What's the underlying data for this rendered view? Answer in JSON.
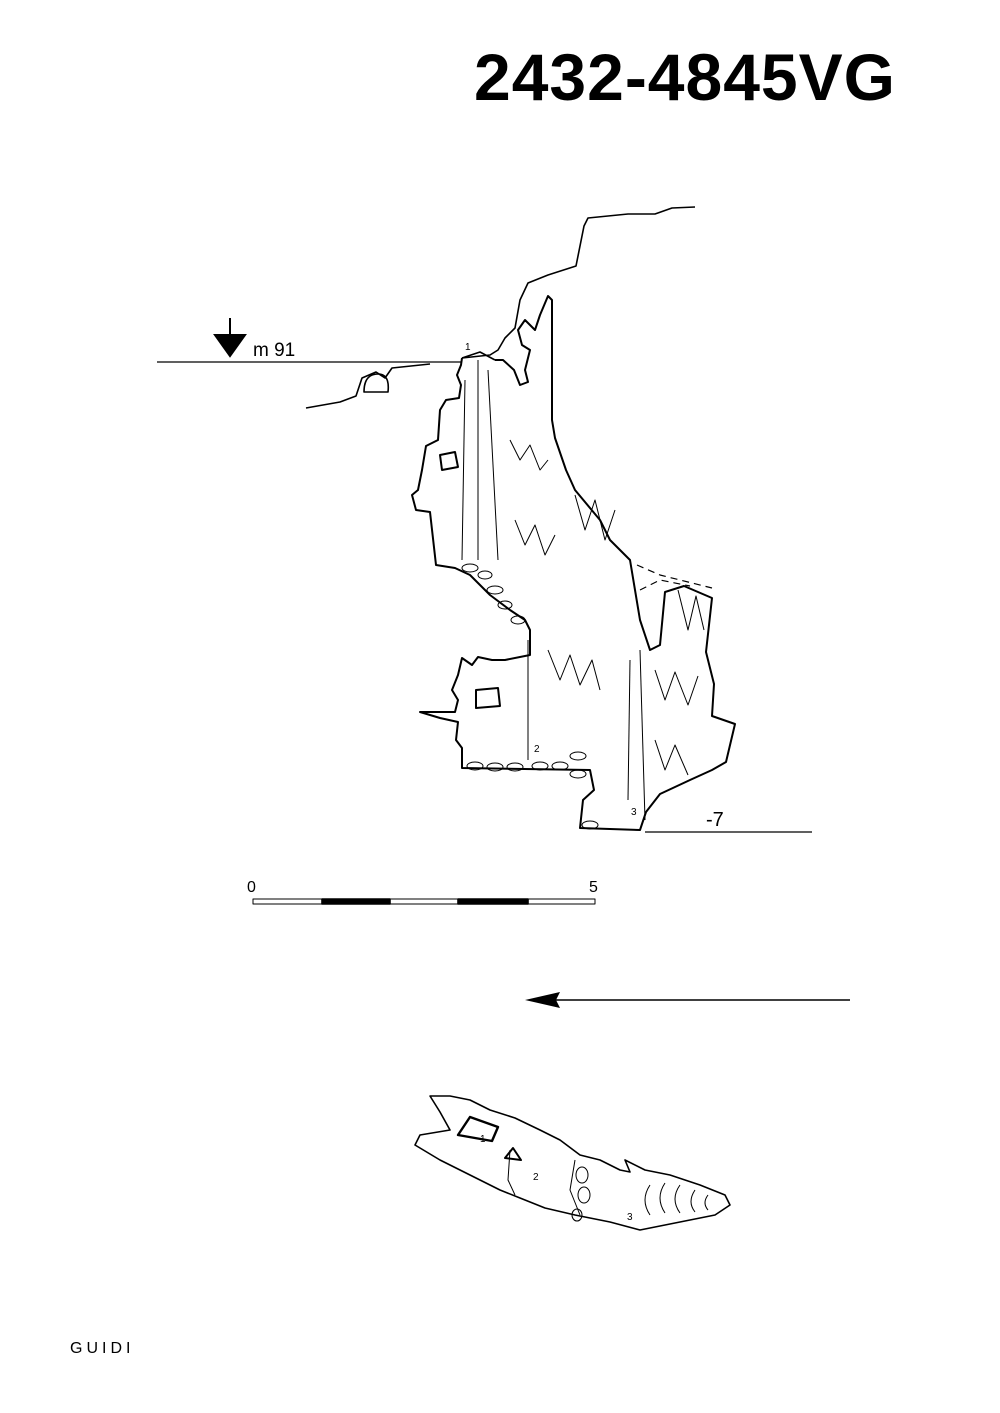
{
  "title": "2432-4845VG",
  "author": "GUIDI",
  "section": {
    "entrance_elevation": "m 91",
    "depth_label": "-7",
    "station_labels": [
      "1",
      "2",
      "3"
    ]
  },
  "scale_bar": {
    "start_label": "0",
    "end_label": "5"
  },
  "plan": {
    "station_labels": [
      "1",
      "2",
      "3"
    ]
  },
  "colors": {
    "ink": "#000000",
    "paper": "#ffffff"
  }
}
